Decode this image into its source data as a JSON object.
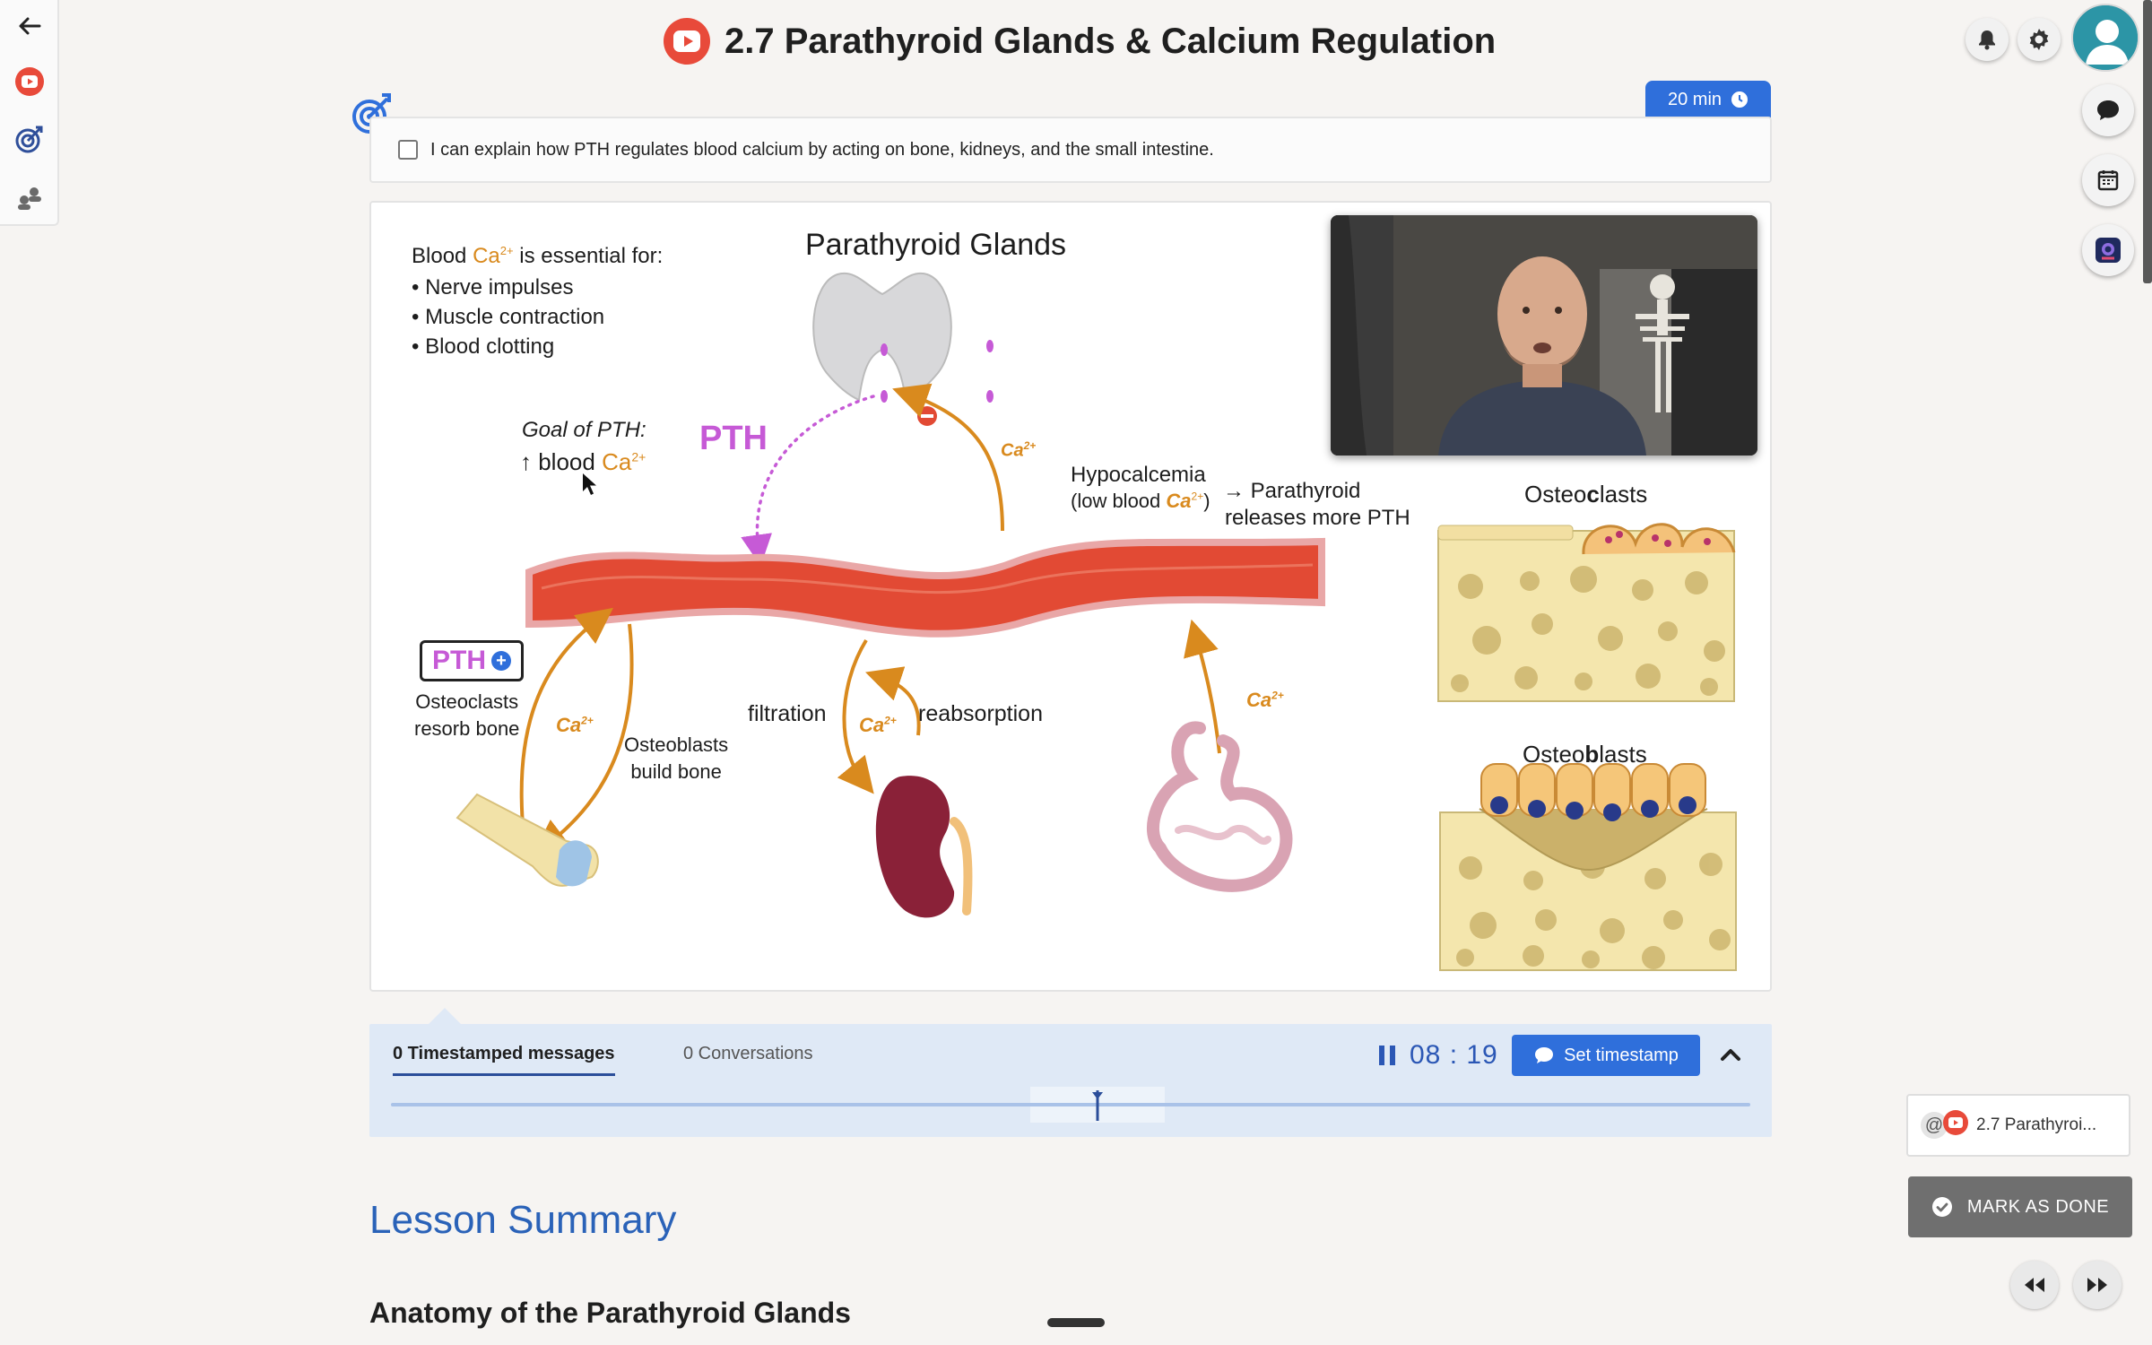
{
  "header": {
    "title": "2.7 Parathyroid Glands & Calcium Regulation",
    "icon": "youtube-play-icon"
  },
  "left_rail": [
    {
      "icon": "back-arrow-icon"
    },
    {
      "icon": "youtube-icon"
    },
    {
      "icon": "target-icon"
    },
    {
      "icon": "collaboration-icon"
    }
  ],
  "top_right": {
    "notification_icon": "bell-icon",
    "settings_icon": "gear-icon",
    "avatar": "user-avatar-icon"
  },
  "side_panel": [
    "chat-bubble-icon",
    "calendar-icon",
    "app-icon"
  ],
  "objective": {
    "duration": "20 min",
    "text": "I can explain how PTH regulates blood calcium by acting on bone, kidneys, and the small intestine.",
    "checked": false
  },
  "slide": {
    "blood_intro": "Blood",
    "ca": "Ca",
    "sup": "2+",
    "essential_for": "is essential for:",
    "bullets": [
      "• Nerve impulses",
      "• Muscle contraction",
      "• Blood clotting"
    ],
    "heading": "Parathyroid Glands",
    "goal_line1": "Goal of PTH:",
    "goal_line2": "↑ blood",
    "pth": "PTH",
    "hypo_line1": "Hypocalcemia",
    "hypo_line2_a": "(low blood",
    "hypo_line2_b": ")",
    "releases_line1": "→ Parathyroid",
    "releases_line2": "releases more PTH",
    "osteoclasts_resorb_1": "Osteoclasts",
    "osteoclasts_resorb_2": "resorb bone",
    "osteoblasts_build_1": "Osteoblasts",
    "osteoblasts_build_2": "build bone",
    "filtration": "filtration",
    "reabsorption": "reabsorption",
    "osteoclasts_title_a": "Osteo",
    "osteoclasts_title_b": "c",
    "osteoclasts_title_c": "lasts",
    "osteoblasts_title_a": "Osteo",
    "osteoblasts_title_b": "b",
    "osteoblasts_title_c": "lasts",
    "colors": {
      "calcium": "#d98a1e",
      "pth": "#c65ad6",
      "vessel": "#e24a34"
    }
  },
  "timestamps": {
    "tab_messages": "0 Timestamped messages",
    "tab_conversations": "0 Conversations",
    "time": "08 : 19",
    "set_timestamp": "Set timestamp",
    "progress": 0.52
  },
  "lesson": {
    "summary_title": "Lesson Summary",
    "section_heading": "Anatomy of the Parathyroid Glands"
  },
  "reference_chip": {
    "at": "@",
    "label": "2.7 Parathyroi..."
  },
  "mark_done": "MARK AS DONE"
}
